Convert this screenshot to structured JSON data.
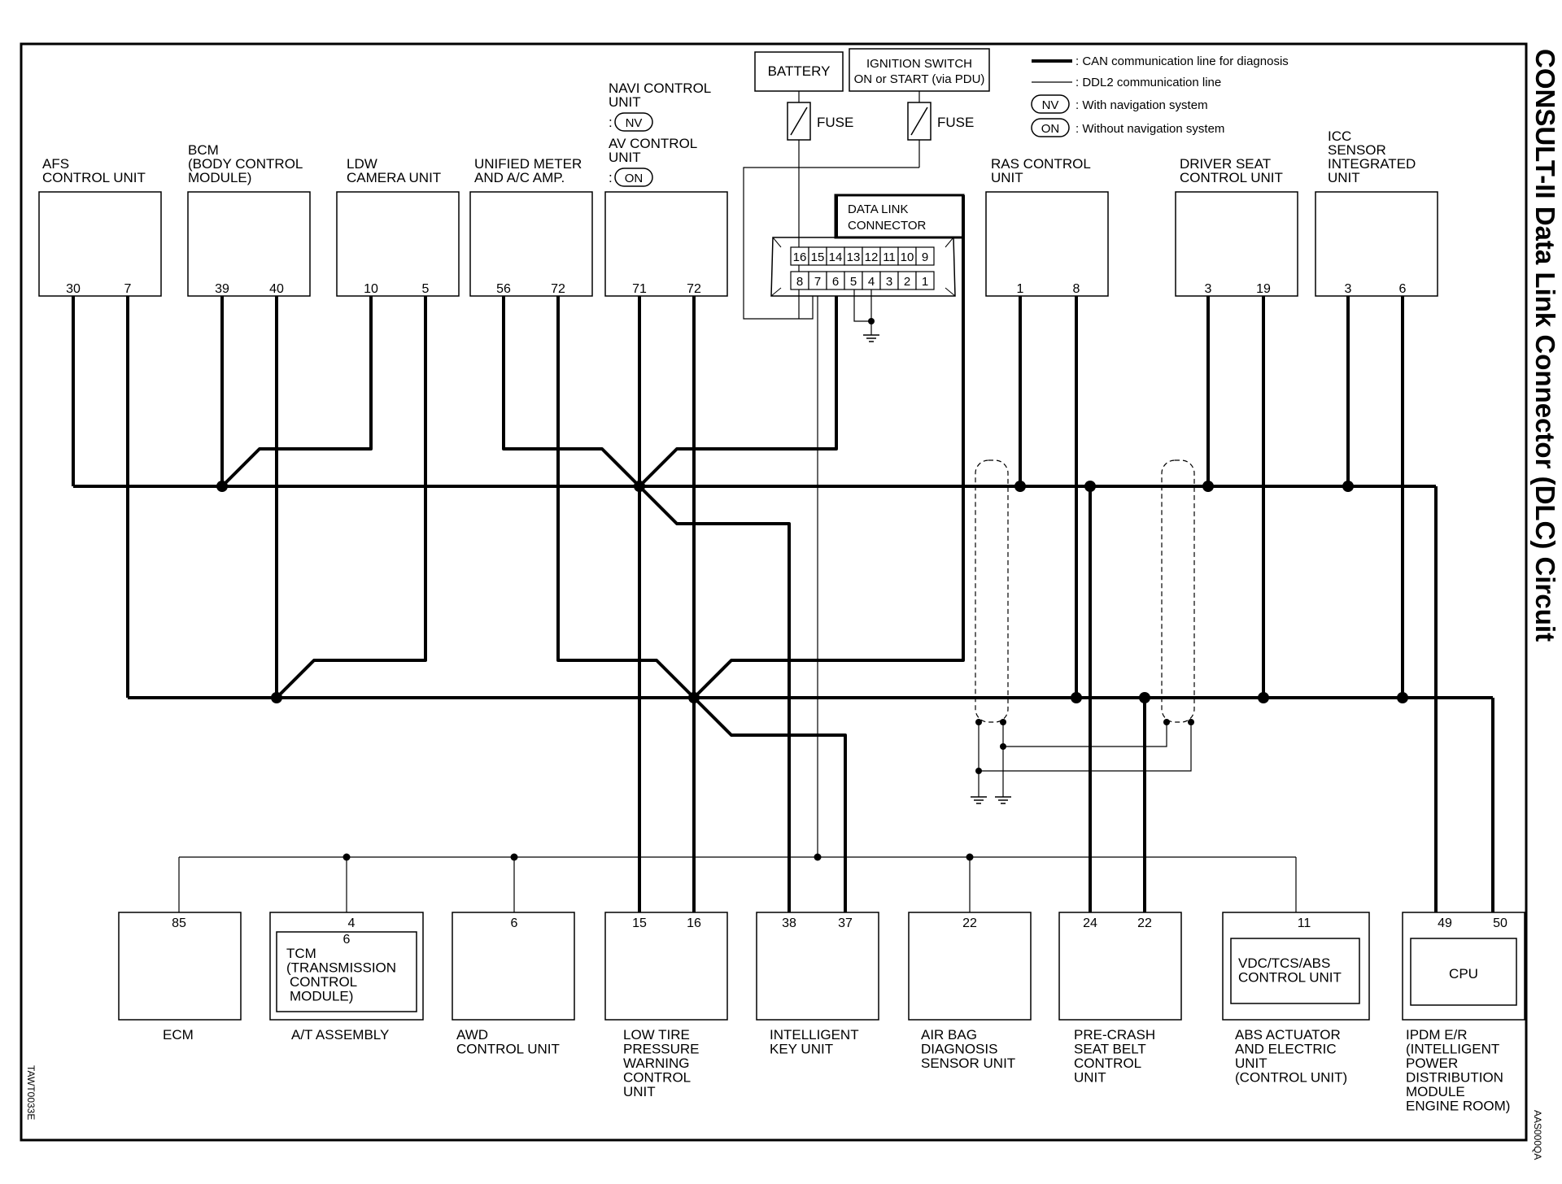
{
  "title": "CONSULT-II Data Link Connector (DLC) Circuit",
  "code_left": "TAWT0033E",
  "code_right": "AAS000QA",
  "legend": [
    {
      "marker": "",
      "text": ": CAN communication line for diagnosis"
    },
    {
      "marker": "",
      "text": ": DDL2 communication line"
    },
    {
      "marker": "NV",
      "text": ": With navigation system"
    },
    {
      "marker": "ON",
      "text": ": Without navigation system"
    }
  ],
  "power": {
    "battery": "BATTERY",
    "ignition_line1": "IGNITION SWITCH",
    "ignition_line2": "ON or START (via PDU)",
    "fuse1": "FUSE",
    "fuse2": "FUSE"
  },
  "dlc": {
    "label1": "DATA LINK",
    "label2": "CONNECTOR",
    "top_pins": [
      "16",
      "15",
      "14",
      "13",
      "12",
      "11",
      "10",
      "9"
    ],
    "bottom_pins": [
      "8",
      "7",
      "6",
      "5",
      "4",
      "3",
      "2",
      "1"
    ]
  },
  "navi": {
    "line1": "NAVI CONTROL",
    "line2": "UNIT",
    "nv_prefix": ":",
    "nv": "NV",
    "line3": "AV CONTROL",
    "line4": "UNIT",
    "on_prefix": ":",
    "on": "ON"
  },
  "top_units": [
    {
      "lines": [
        "AFS",
        "CONTROL UNIT"
      ],
      "pins": [
        "30",
        "7"
      ]
    },
    {
      "lines": [
        "BCM",
        "(BODY CONTROL",
        "MODULE)"
      ],
      "pins": [
        "39",
        "40"
      ]
    },
    {
      "lines": [
        "LDW",
        "CAMERA UNIT"
      ],
      "pins": [
        "10",
        "5"
      ]
    },
    {
      "lines": [
        "UNIFIED METER",
        "AND A/C AMP."
      ],
      "pins": [
        "56",
        "72"
      ]
    },
    {
      "lines": [],
      "pins": [
        "71",
        "72"
      ]
    },
    {
      "lines": [
        "RAS CONTROL",
        "UNIT"
      ],
      "pins": [
        "1",
        "8"
      ]
    },
    {
      "lines": [
        "DRIVER SEAT",
        "CONTROL UNIT"
      ],
      "pins": [
        "3",
        "19"
      ]
    },
    {
      "lines": [
        "ICC",
        "SENSOR",
        "INTEGRATED",
        "UNIT"
      ],
      "pins": [
        "3",
        "6"
      ]
    }
  ],
  "bottom_units": [
    {
      "lines": [
        "ECM"
      ],
      "pins": [
        "85"
      ]
    },
    {
      "lines": [
        "A/T ASSEMBLY"
      ],
      "pins": [
        "4"
      ],
      "inner_pin": "6",
      "inner": [
        "TCM",
        "(TRANSMISSION",
        "CONTROL",
        "MODULE)"
      ]
    },
    {
      "lines": [
        "AWD",
        "CONTROL UNIT"
      ],
      "pins": [
        "6"
      ]
    },
    {
      "lines": [
        "LOW TIRE",
        "PRESSURE",
        "WARNING",
        "CONTROL",
        "UNIT"
      ],
      "pins": [
        "15",
        "16"
      ]
    },
    {
      "lines": [
        "INTELLIGENT",
        "KEY UNIT"
      ],
      "pins": [
        "38",
        "37"
      ]
    },
    {
      "lines": [
        "AIR BAG",
        "DIAGNOSIS",
        "SENSOR UNIT"
      ],
      "pins": [
        "22"
      ]
    },
    {
      "lines": [
        "PRE-CRASH",
        "SEAT BELT",
        "CONTROL",
        "UNIT"
      ],
      "pins": [
        "24",
        "22"
      ]
    },
    {
      "lines": [
        "ABS ACTUATOR",
        "AND ELECTRIC",
        "UNIT",
        "(CONTROL UNIT)"
      ],
      "pins": [
        "11"
      ],
      "inner": [
        "VDC/TCS/ABS",
        "CONTROL UNIT"
      ]
    },
    {
      "lines": [
        "IPDM E/R",
        "(INTELLIGENT",
        "POWER",
        "DISTRIBUTION",
        "MODULE",
        "ENGINE ROOM)"
      ],
      "pins": [
        "49",
        "50"
      ],
      "inner": [
        "CPU"
      ]
    }
  ]
}
